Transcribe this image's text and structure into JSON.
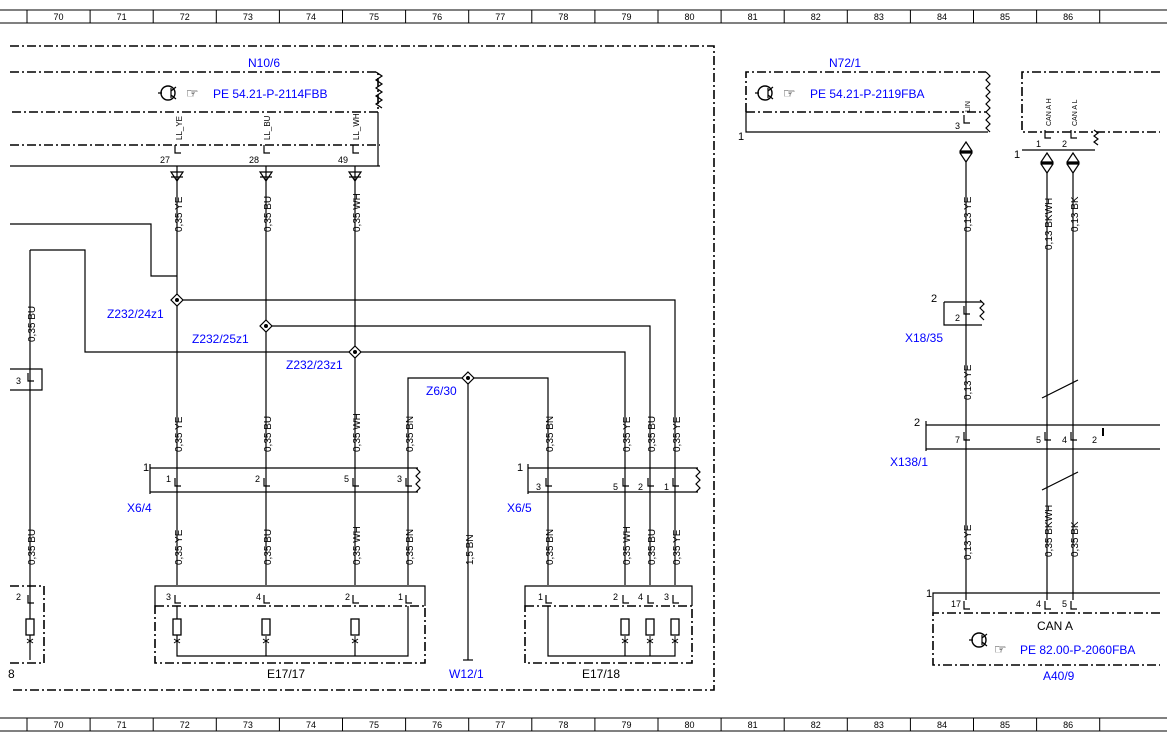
{
  "ruler": {
    "top_numbers": [
      "70",
      "71",
      "72",
      "73",
      "74",
      "75",
      "76",
      "77",
      "78",
      "79",
      "80",
      "81",
      "82",
      "83",
      "84",
      "85",
      "86"
    ],
    "bottom_numbers": [
      "70",
      "71",
      "72",
      "73",
      "74",
      "75",
      "76",
      "77",
      "78",
      "79",
      "80",
      "81",
      "82",
      "83",
      "84",
      "85",
      "86"
    ]
  },
  "colors": {
    "component_label": "#0000ff",
    "line": "#000000"
  },
  "n10_6": {
    "name": "N10/6",
    "ref": "PE 54.21-P-2114FBB",
    "pin_labels": [
      "LL_YE",
      "LL_BU",
      "LL_WH"
    ],
    "pins": [
      "27",
      "28",
      "49"
    ]
  },
  "n72_1": {
    "name": "N72/1",
    "ref": "PE 54.21-P-2119FBA",
    "pin_label": "LIN",
    "pin": "3",
    "corner": "1"
  },
  "can_block": {
    "pin_labels": [
      "CAN A H",
      "CAN A L"
    ],
    "pins": [
      "1",
      "2"
    ],
    "corner": "1"
  },
  "wires_upper": [
    "0,35 YE",
    "0,35 BU",
    "0,35 WH"
  ],
  "wire_left": "0,35 BU",
  "wire_left_lower": "0,35 BU",
  "left_conn_pin": "3",
  "left_bottom_pin": "2",
  "left_bottom_label": "8",
  "splices": {
    "z232_24z1": "Z232/24z1",
    "z232_25z1": "Z232/25z1",
    "z232_23z1": "Z232/23z1",
    "z6_30": "Z6/30"
  },
  "x6_4": {
    "name": "X6/4",
    "corner": "1",
    "pins": [
      "1",
      "2",
      "5",
      "3"
    ],
    "wires_above": [
      "0,35 YE",
      "0,35 BU",
      "0,35 WH",
      "0,35 BN"
    ],
    "wires_below": [
      "0,35 YE",
      "0,35 BU",
      "0,35 WH",
      "0,35 BN"
    ]
  },
  "x6_5": {
    "name": "X6/5",
    "corner": "1",
    "pins": [
      "3",
      "5",
      "2",
      "1"
    ],
    "wires_above": [
      "0,35 BN",
      "0,35 YE",
      "0,35 BU",
      "0,35 YE"
    ],
    "wires_below": [
      "0,35 BN",
      "0,35 WH",
      "0,35 BU",
      "0,35 YE"
    ]
  },
  "w12_1": {
    "name": "W12/1",
    "wire": "1,5 BN"
  },
  "e17_17": {
    "name": "E17/17",
    "pins": [
      "3",
      "4",
      "2",
      "1"
    ]
  },
  "e17_18": {
    "name": "E17/18",
    "pins": [
      "1",
      "2",
      "4",
      "3"
    ]
  },
  "right_wires": {
    "lin_upper": "0,13 YE",
    "lin_mid": "0,13 YE",
    "lin_lower": "0,13 YE",
    "can_h_upper": "0,13 BKWH",
    "can_l_upper": "0,13 BK",
    "can_h_lower": "0,35 BKWH",
    "can_l_lower": "0,35 BK"
  },
  "x18_35": {
    "name": "X18/35",
    "corner": "2",
    "pin": "2"
  },
  "x138_1": {
    "name": "X138/1",
    "corner": "2",
    "pins": [
      "7",
      "5",
      "4",
      "2"
    ]
  },
  "a40_9": {
    "name": "A40/9",
    "ref": "PE 82.00-P-2060FBA",
    "bus": "CAN A",
    "corner": "1",
    "pins": [
      "17",
      "4",
      "5"
    ]
  }
}
